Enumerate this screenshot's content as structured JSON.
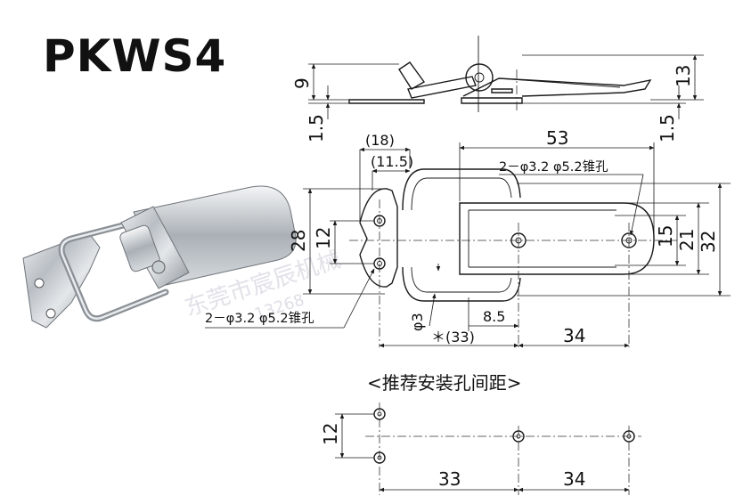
{
  "title": "PKWS4",
  "subheading": "<推荐安装孔间距>",
  "hole_note": "2－φ3.2 φ5.2锥孔",
  "watermark": {
    "name": "东莞市宸辰机械",
    "phone": "13268"
  },
  "dimensions": {
    "side_height": "9",
    "side_thickness_left": "1.5",
    "side_total_height": "13",
    "side_thickness_right": "1.5",
    "top_overall": "(18)",
    "top_inner": "(11.5)",
    "top_width": "53",
    "height_28": "28",
    "height_12": "12",
    "height_15": "15",
    "height_21": "21",
    "height_32": "32",
    "dia_3": "φ3",
    "offset_8_5": "8.5",
    "span_33": "＊(33)",
    "span_34": "34",
    "mount_12": "12",
    "mount_33": "33",
    "mount_34": "34"
  },
  "colors": {
    "line": "#1a1a1a",
    "watermark": "#c9c9d6"
  }
}
